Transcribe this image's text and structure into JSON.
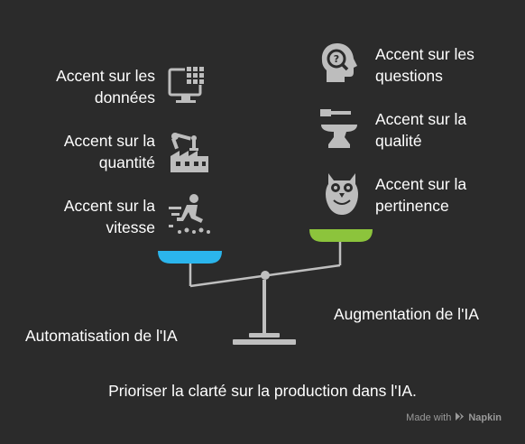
{
  "left_side": {
    "items": [
      {
        "label": "Accent sur les\ndonnées",
        "icon": "computer-grid-icon"
      },
      {
        "label": "Accent sur la\nquantité",
        "icon": "factory-robot-icon"
      },
      {
        "label": "Accent sur la\nvitesse",
        "icon": "running-fast-icon"
      }
    ],
    "caption": "Automatisation de l'IA",
    "pan_color": "#2bb5ec"
  },
  "right_side": {
    "items": [
      {
        "label": "Accent sur les\nquestions",
        "icon": "head-question-icon"
      },
      {
        "label": "Accent sur la\nqualité",
        "icon": "anvil-hammer-icon"
      },
      {
        "label": "Accent sur la\npertinence",
        "icon": "owl-icon"
      }
    ],
    "caption": "Augmentation de l'IA",
    "pan_color": "#8cc43c"
  },
  "title": "Prioriser la clarté sur la production dans l'IA.",
  "watermark": {
    "prefix": "Made with",
    "brand": "Napkin"
  }
}
